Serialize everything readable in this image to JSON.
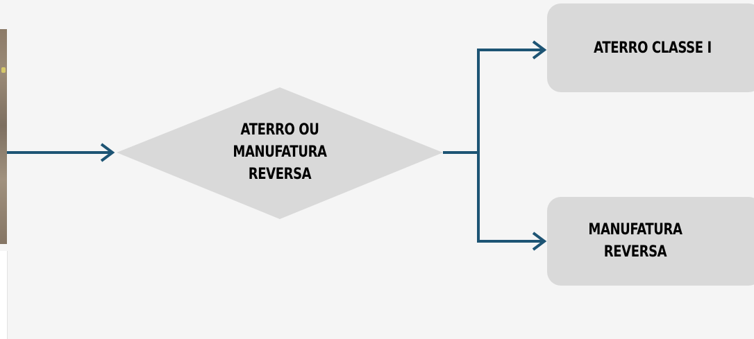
{
  "diagram": {
    "decision": {
      "label": "ATERRO OU MANUFATURA REVERSA"
    },
    "outcomes": [
      {
        "label": "ATERRO CLASSE I"
      },
      {
        "label": "MANUFATURA REVERSA"
      }
    ]
  },
  "colors": {
    "background": "#f5f5f5",
    "shape_fill": "#d9d9d9",
    "connector": "#1d5474",
    "text": "#000000"
  }
}
